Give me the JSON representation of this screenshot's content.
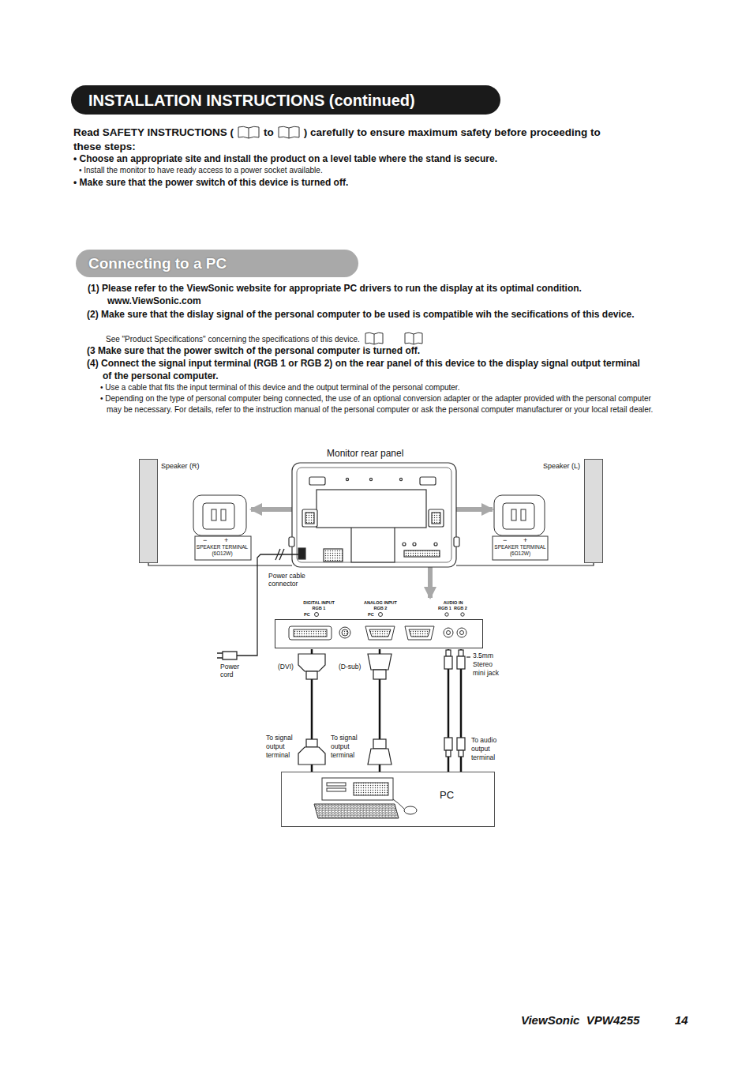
{
  "diagram": {
    "nodes": [
      {
        "text": [
          "INSTALLATION INSTRUCTIONS (continued)"
        ]
      },
      {
        "text": [
          "Connecting to a PC"
        ]
      },
      {
        "text": [
          "Monitor rear panel"
        ]
      },
      {
        "text": [
          "Speaker (R)"
        ]
      },
      {
        "text": [
          "SPEAKER TERMINAL (6Ω12W)"
        ]
      },
      {
        "text": [
          "Speaker (L)"
        ]
      },
      {
        "text": [
          "SPEAKER TERMINAL (6Ω12W)"
        ]
      },
      {
        "text": [
          "DIGITAL INPUT RGB 1",
          "PC",
          "ANALOG INPUT RGB 2",
          "PC",
          "AUDIO IN",
          "RGB 1",
          "RGB 2"
        ]
      },
      {
        "text": [
          "PC"
        ]
      }
    ],
    "edges": [
      {
        "from": 2,
        "to": 7,
        "arrow": "to"
      },
      {
        "from": 2,
        "to": 4,
        "arrow": "to"
      },
      {
        "from": 2,
        "to": 6,
        "arrow": "to"
      },
      {
        "from": 3,
        "to": 2,
        "arrow": "none"
      },
      {
        "from": 5,
        "to": 2,
        "arrow": "none"
      },
      {
        "from": 7,
        "to": 8,
        "arrow": "none",
        "label": "(DVI)"
      },
      {
        "from": 7,
        "to": 8,
        "arrow": "none",
        "label": "(D-sub)"
      },
      {
        "from": 7,
        "to": 8,
        "arrow": "none"
      },
      {
        "from": 7,
        "to": 8,
        "arrow": "none",
        "label": "3.5mm Stereo mini jack"
      }
    ],
    "labels": [
      "Read SAFETY INSTRUCTIONS (",
      "to",
      ") carefully to ensure maximum safety before proceeding to these steps:",
      "• Choose an appropriate site and install the product on a level table where the stand is secure.",
      "• Install the monitor to have ready access to a power socket available.",
      "• Make sure that the power switch of this device is turned off.",
      "(1) Please refer to the ViewSonic website for appropriate PC drivers to run the display at its optimal condition. www.ViewSonic.com",
      "(2) Make sure that the dislay signal of the personal computer to be used is compatible wih the secifications of this device.",
      "See \"Product Specifications\" concerning the specifications of this device.",
      "(3 Make sure that the power switch of the personal computer is turned off.",
      "(4) Connect the signal input terminal (RGB 1 or RGB 2) on the rear panel of this device to the display signal output terminal of the personal computer.",
      "• Use a cable that fits the input terminal of this device and the output terminal of the personal computer.",
      "• Depending on the type of personal computer being connected, the use of an optional conversion adapter or the adapter provided with the personal computer may be necessary. For details, refer to the instruction manual of the personal computer or ask the personal computer manufacturer or your local retail dealer.",
      "−",
      "+",
      "−",
      "+",
      "Power cable connector",
      "Power cord",
      "To signal output terminal",
      "To signal output terminal",
      "To audio output terminal",
      "ViewSonic  VPW4255",
      "14"
    ]
  }
}
